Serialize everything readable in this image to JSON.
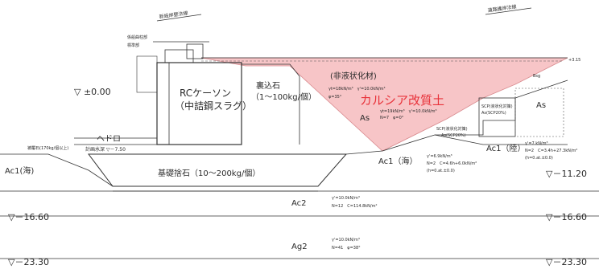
{
  "colors": {
    "pink_fill": "#f7c5c7",
    "pink_stroke": "#d98a8e",
    "line": "#333333",
    "accent_red": "#e8323a"
  },
  "top_labels": {
    "left_road": "新設岸壁法線",
    "right_road": "道路護岸法線",
    "left_notes": [
      "係船曲柱部",
      "標準部"
    ]
  },
  "elevations": {
    "e000": "▽ ±0.00",
    "plan_depth": "計画水深 ▽－7.50",
    "left_1660": "▽－16.60",
    "right_1660": "▽－16.60",
    "left_2330": "▽－23.30",
    "right_2330": "▽－23.30",
    "right_1120": "▽－11.20"
  },
  "structures": {
    "caisson_1": "RCケーソン",
    "caisson_2": "（中詰鋼スラグ）",
    "backfill_1": "裏込石",
    "backfill_2": "（1～100kg/個）",
    "hedoro": "ヘドロ",
    "foundation": "基礎捨石（10～200kg/個）",
    "toe_note": "被覆石(170kg/個以上)"
  },
  "soil": {
    "nonliq_title": "(非液状化材)",
    "nonliq_p1": "γt=18kN/m³　γ'=10.0kN/m³",
    "nonliq_p2": "φ=35°",
    "calcia": "カルシア改質土",
    "as_label": "As",
    "as_p1": "γt=19kN/m³　γ'=10.0kN/m³",
    "as_p2": "N=7　φ=0°",
    "scp_mid": "SCP(液状化対策)",
    "scp_mid2": "As(SCP20%)",
    "scp_right": "SCP(液状化対策)",
    "scp_right2": "As(SCP20%)",
    "as_right": "As",
    "ac1_sea_left": "Ac1(海)",
    "ac1_sea": "Ac1（海）",
    "ac1_sea_p1": "γ'=6.9kN/m³",
    "ac1_sea_p2": "N=2　C=4.6h+6.0kN/m²",
    "ac1_sea_p3": "(h=0.at.±0.0)",
    "ac1_land": "Ac1（陸）",
    "ac1_land_p1": "γ'=7 kN/m³",
    "ac1_land_p2": "N=2　C=3.4h+27.3kN/m²",
    "ac1_land_p3": "(h=0.at.±0.0)",
    "ac2": "Ac2",
    "ac2_p1": "γ'=10.0kN/m³",
    "ac2_p2": "N=12　C=114.8kN/m²",
    "ag2": "Ag2",
    "ag2_p1": "γ'=10.0kN/m³",
    "ag2_p2": "N=41　φ=38°",
    "bsg": "Bsg",
    "right_top_el": "+3.15"
  }
}
